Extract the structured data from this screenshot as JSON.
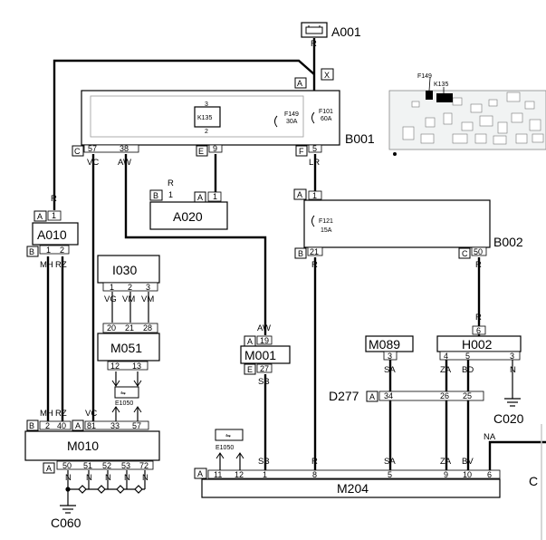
{
  "components": {
    "A001": "A001",
    "B001": "B001",
    "B002": "B002",
    "A010": "A010",
    "A020": "A020",
    "I030": "I030",
    "M051": "M051",
    "M001": "M001",
    "M089": "M089",
    "H002": "H002",
    "M010": "M010",
    "M204": "M204",
    "D277": "D277",
    "C020": "C020",
    "C060": "C060",
    "C_partial": "C"
  },
  "connector_letters": {
    "A": "A",
    "B": "B",
    "C": "C",
    "E": "E",
    "F": "F",
    "X": "X"
  },
  "relay": {
    "k135": "K135"
  },
  "fuses": {
    "f149": "F149",
    "f149_rating": "30A",
    "f101": "F101",
    "f101_rating": "60A",
    "f121": "F121",
    "f121_rating": "15A"
  },
  "photo_labels": {
    "f149": "F149",
    "k135": "K135"
  },
  "splice": {
    "e1050": "E1050"
  },
  "wire_codes": {
    "R": "R",
    "LR": "LR",
    "VC": "VC",
    "AW": "AW",
    "MH": "MH",
    "RZ": "RZ",
    "VG": "VG",
    "VM": "VM",
    "SB": "SB",
    "SA": "SA",
    "ZA": "ZA",
    "BD": "BD",
    "BV": "BV",
    "NA": "NA",
    "N": "N"
  },
  "pins": {
    "p1": "1",
    "p2": "2",
    "p3": "3",
    "p4": "4",
    "p5": "5",
    "p6": "6",
    "p8": "8",
    "p9": "9",
    "p10": "10",
    "p11": "11",
    "p12": "12",
    "p13": "13",
    "p19": "19",
    "p20": "20",
    "p21": "21",
    "p25": "25",
    "p26": "26",
    "p27": "27",
    "p28": "28",
    "p33": "33",
    "p34": "34",
    "p38": "38",
    "p40": "40",
    "p50": "50",
    "p51": "51",
    "p52": "52",
    "p53": "53",
    "p57": "57",
    "p72": "72",
    "p81": "81"
  }
}
